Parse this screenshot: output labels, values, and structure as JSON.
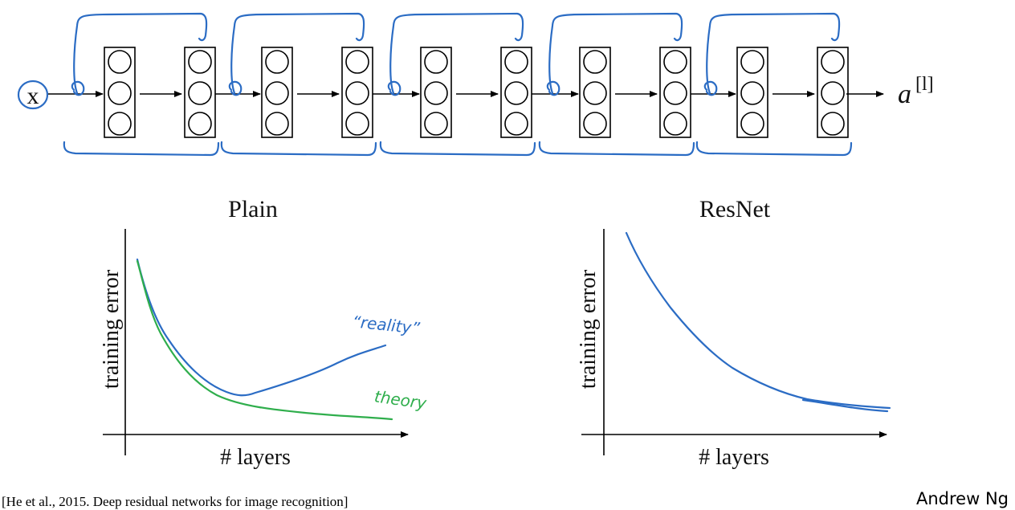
{
  "network": {
    "input_label": "x",
    "output_label": "a",
    "output_superscript": "[l]",
    "block_count": 5
  },
  "plots": [
    {
      "title": "Plain",
      "ylabel": "training error",
      "xlabel": "# layers",
      "annotations": [
        "“reality”",
        "theory"
      ],
      "colors": {
        "reality": "#2b6cc4",
        "theory": "#2fae4c"
      }
    },
    {
      "title": "ResNet",
      "ylabel": "training error",
      "xlabel": "# layers",
      "colors": {
        "curve": "#2b6cc4"
      }
    }
  ],
  "footer": {
    "citation": "[He et al., 2015. Deep residual networks for image recognition]",
    "author": "Andrew Ng"
  }
}
